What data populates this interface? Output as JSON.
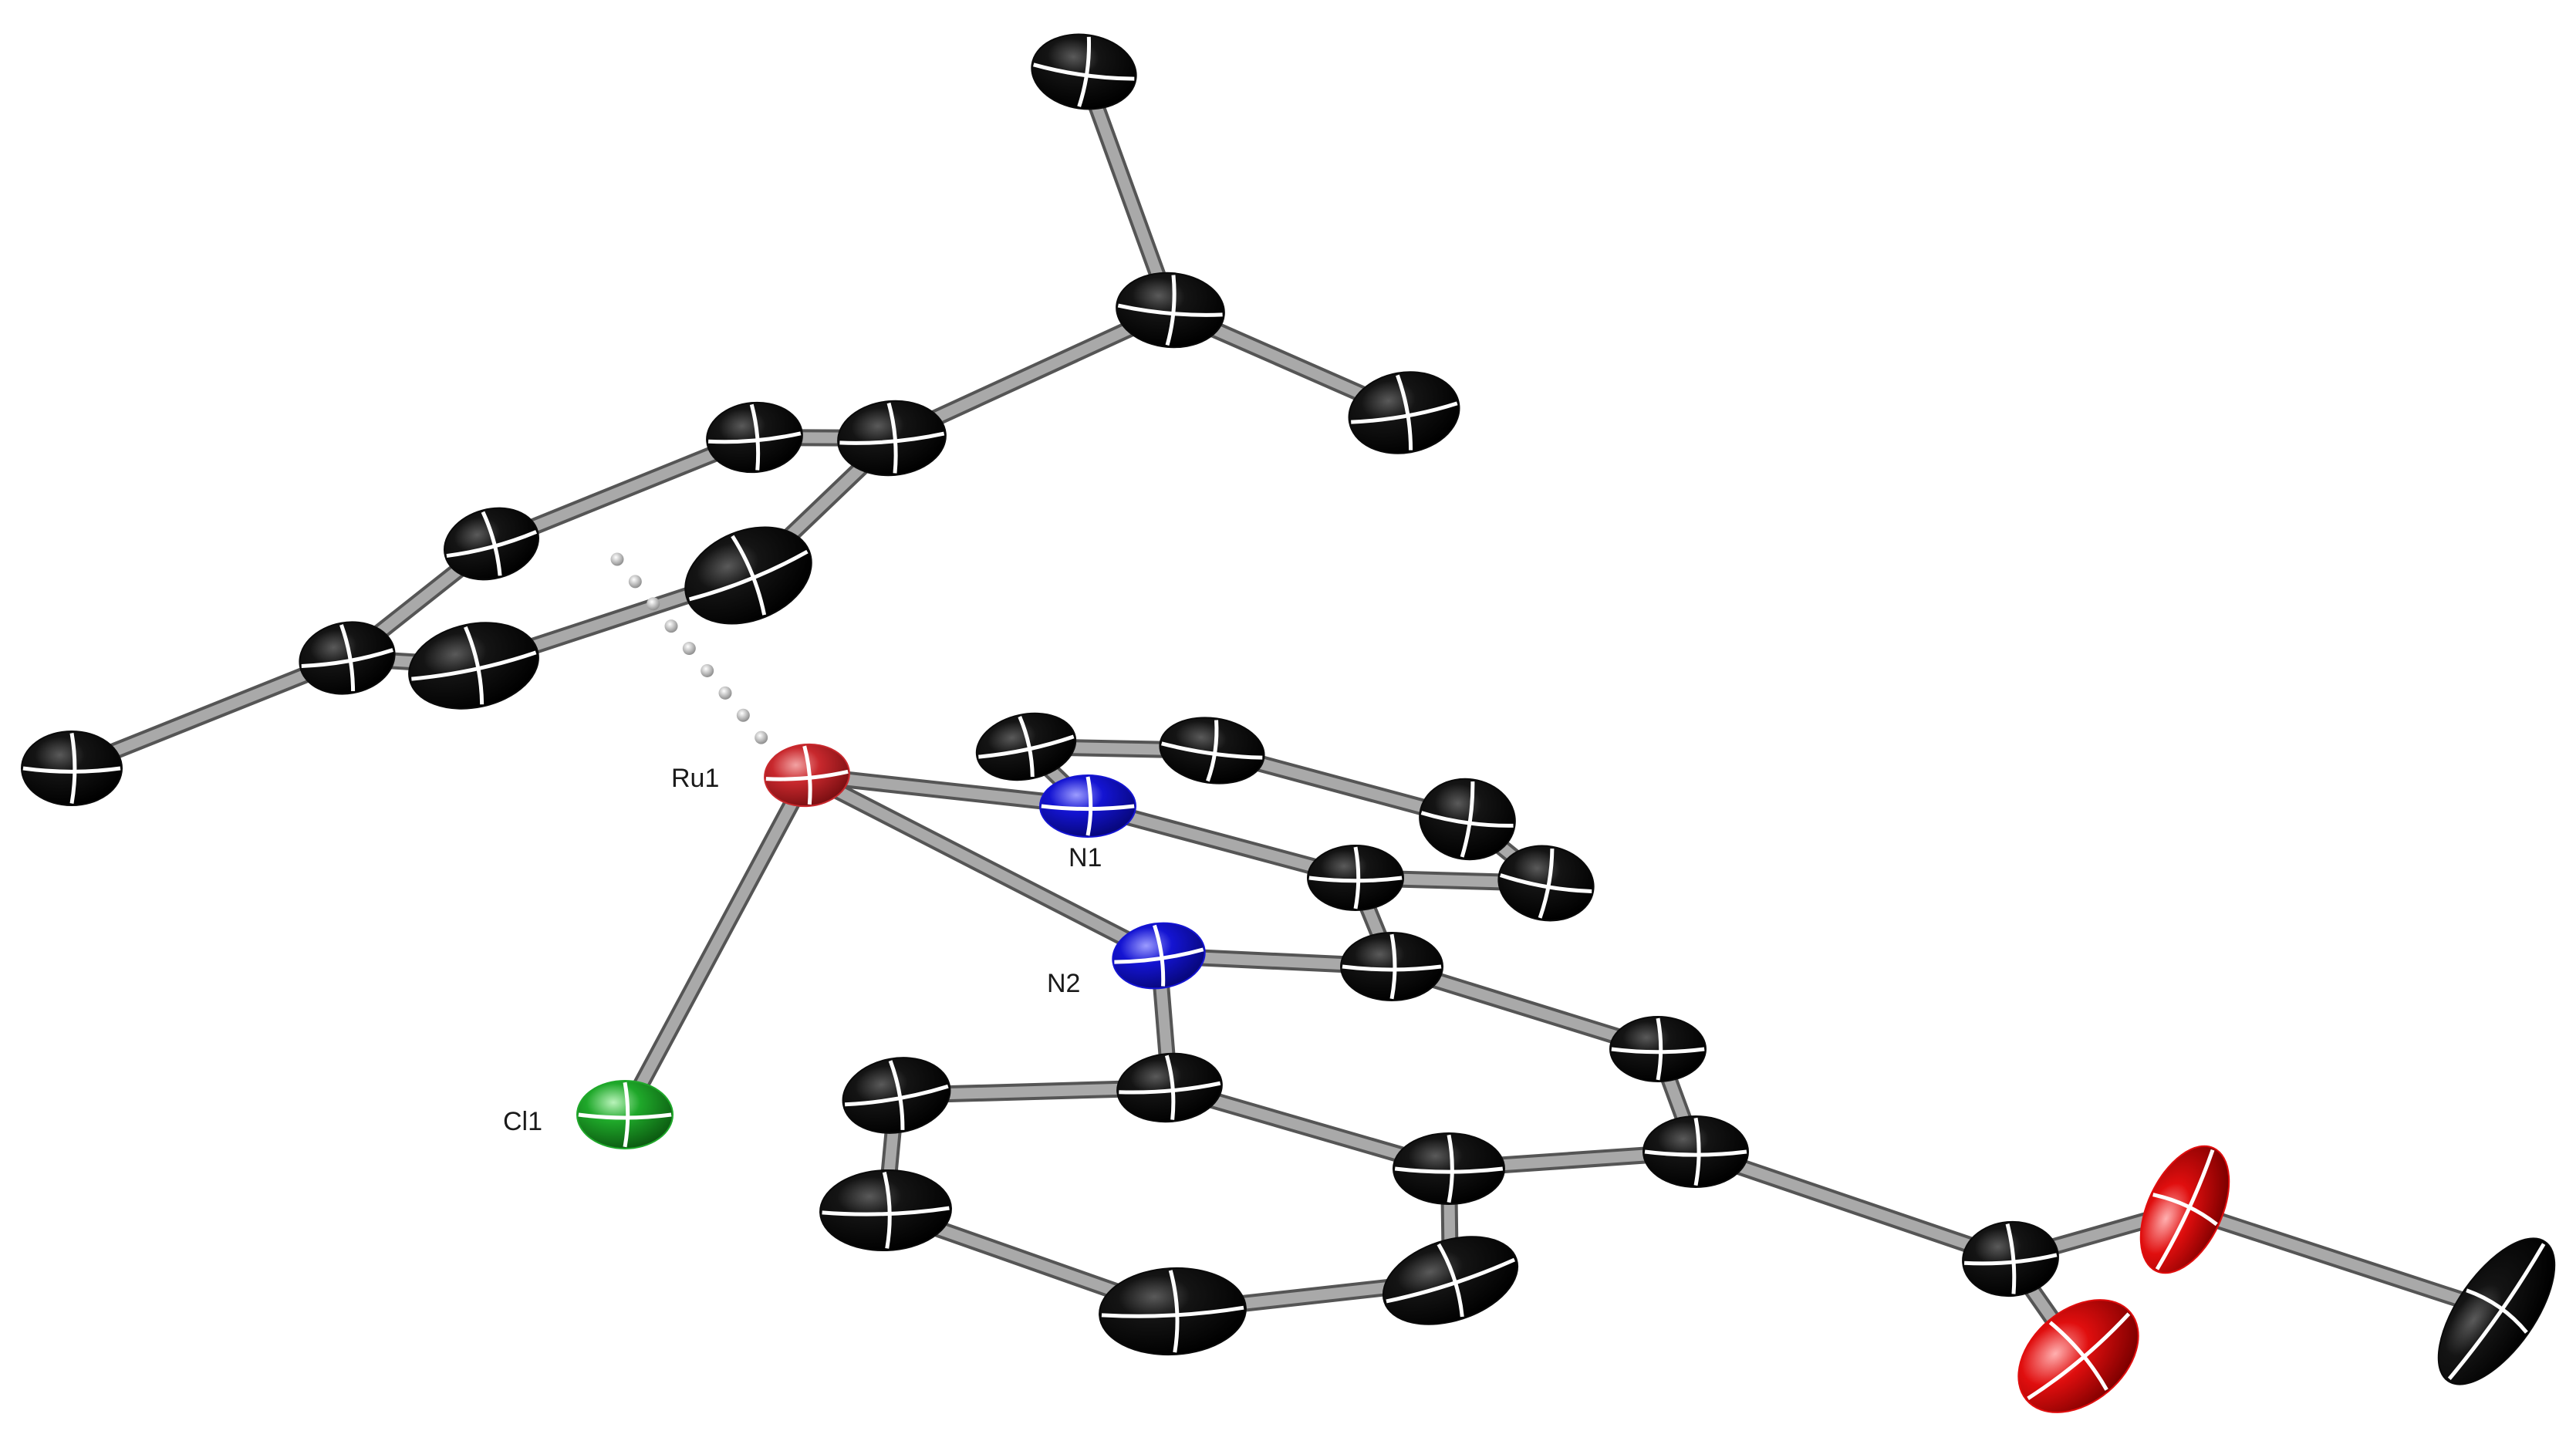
{
  "figure": {
    "labels": {
      "ru1": "Ru1",
      "n1": "N1",
      "n2": "N2",
      "cl1": "Cl1"
    }
  },
  "colors": {
    "carbon": "#0a0a0a",
    "ruthenium": "#c8282d",
    "nitrogen": "#1414d2",
    "chlorine": "#1fa82a",
    "oxygen": "#e00e0e",
    "bond": "#a9a9a9",
    "bond_edge": "#555555"
  }
}
